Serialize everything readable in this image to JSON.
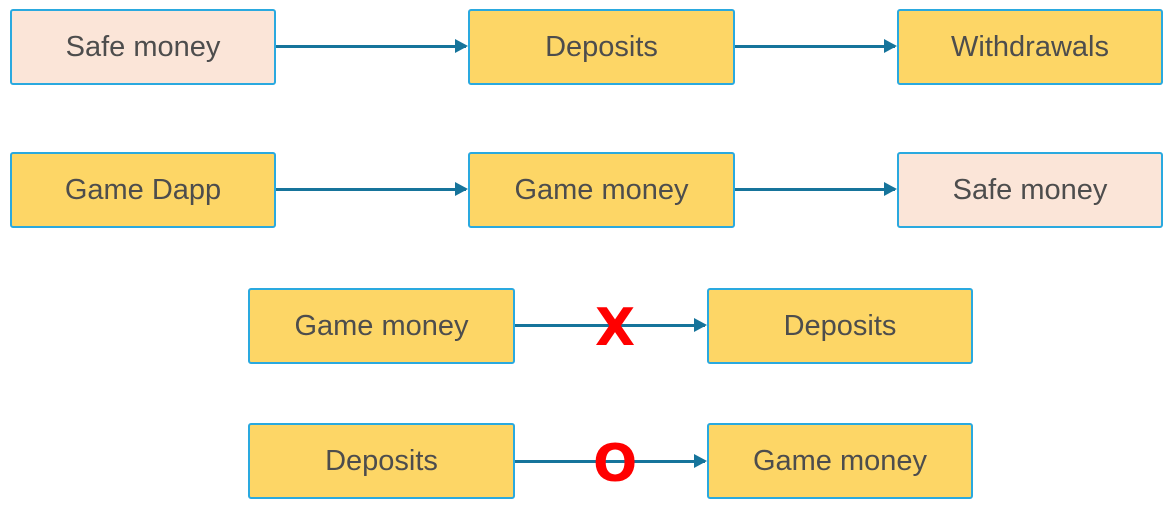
{
  "rows": [
    {
      "nodes": [
        "Safe money",
        "Deposits",
        "Withdrawals"
      ]
    },
    {
      "nodes": [
        "Game Dapp",
        "Game money",
        "Safe money"
      ]
    },
    {
      "nodes": [
        "Game money",
        "Deposits"
      ],
      "mark": "X"
    },
    {
      "nodes": [
        "Deposits",
        "Game money"
      ],
      "mark": "O"
    }
  ],
  "colors": {
    "box_yellow": "#fdd666",
    "box_peach": "#fbe5d8",
    "box_border": "#2aa9df",
    "arrow": "#16749b",
    "mark": "#ff0000"
  }
}
